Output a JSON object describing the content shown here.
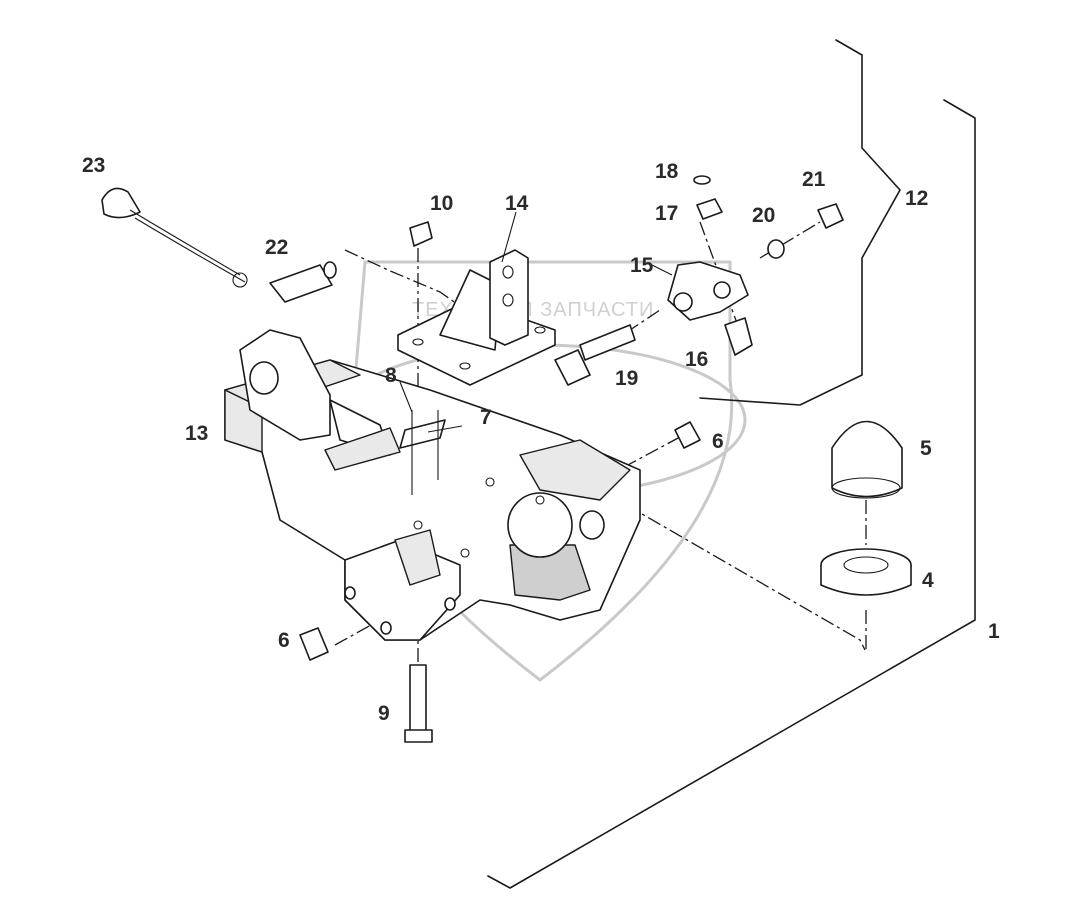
{
  "diagram": {
    "watermark_text": "ТЕХНИКА И ЗАПЧАСТИ",
    "labels": [
      "1",
      "4",
      "5",
      "6",
      "6",
      "7",
      "8",
      "9",
      "10",
      "12",
      "13",
      "14",
      "15",
      "16",
      "17",
      "18",
      "19",
      "20",
      "21",
      "22",
      "23"
    ]
  }
}
